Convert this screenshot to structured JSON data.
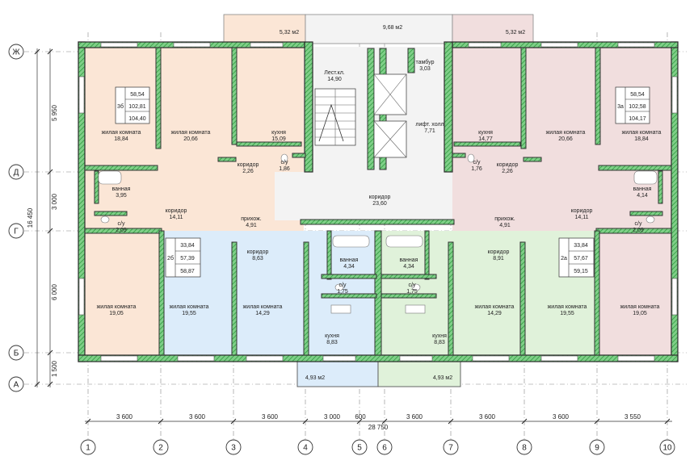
{
  "colors": {
    "apt_3_left": "#fbe6d6",
    "apt_3_right": "#f1dede",
    "apt_2_left": "#dcecfa",
    "apt_2_right": "#e0f2da",
    "common": "#f3f3f3",
    "wall_hatch": "#3aa84a"
  },
  "axes": {
    "rows": [
      "Ж",
      "Д",
      "Г",
      "Б",
      "А"
    ],
    "cols": [
      "1",
      "2",
      "3",
      "4",
      "5",
      "6",
      "7",
      "8",
      "9",
      "10"
    ]
  },
  "dims": {
    "horizontal": [
      "3 600",
      "3 600",
      "3 600",
      "3 000",
      "600",
      "3 600",
      "3 600",
      "3 600",
      "3 550"
    ],
    "total_horizontal": "28 750",
    "vertical": [
      "5 950",
      "3 000",
      "6 000",
      "1 500"
    ],
    "total_vertical": "16 450"
  },
  "balconies": {
    "top_left": "5,32 м2",
    "top_center": "9,68 м2",
    "top_right": "5,32 м2",
    "bottom_left": "4,93 м2",
    "bottom_right": "4,93 м2"
  },
  "apartments": {
    "a3_left": {
      "type": "3б",
      "v1": "58,54",
      "v2": "102,81",
      "v3": "104,40"
    },
    "a3_right": {
      "type": "3а",
      "v1": "58,54",
      "v2": "102,58",
      "v3": "104,17"
    },
    "a2_left": {
      "type": "2б",
      "v1": "33,84",
      "v2": "57,39",
      "v3": "58,87"
    },
    "a2_right": {
      "type": "2а",
      "v1": "33,84",
      "v2": "57,67",
      "v3": "59,15"
    }
  },
  "rooms": [
    {
      "name": "жилая комната",
      "area": "18,84"
    },
    {
      "name": "жилая комната",
      "area": "20,66"
    },
    {
      "name": "кухня",
      "area": "15,09"
    },
    {
      "name": "Лест.кл.",
      "area": "14,90"
    },
    {
      "name": "тамбур",
      "area": "3,03"
    },
    {
      "name": "лифт. холл",
      "area": "7,71"
    },
    {
      "name": "кухня",
      "area": "14,77"
    },
    {
      "name": "жилая комната",
      "area": "20,66"
    },
    {
      "name": "жилая комната",
      "area": "18,84"
    },
    {
      "name": "коридор",
      "area": "2,26"
    },
    {
      "name": "с/у",
      "area": "1,86"
    },
    {
      "name": "с/у",
      "area": "1,76"
    },
    {
      "name": "коридор",
      "area": "2,26"
    },
    {
      "name": "ванная",
      "area": "3,95"
    },
    {
      "name": "коридор",
      "area": "14,11"
    },
    {
      "name": "коридор",
      "area": "23,60"
    },
    {
      "name": "коридор",
      "area": "14,11"
    },
    {
      "name": "ванная",
      "area": "4,14"
    },
    {
      "name": "прихож.",
      "area": "4,91"
    },
    {
      "name": "прихож.",
      "area": "4,91"
    },
    {
      "name": "с/у",
      "area": "2,09"
    },
    {
      "name": "с/у",
      "area": "2,09"
    },
    {
      "name": "коридор",
      "area": "8,63"
    },
    {
      "name": "ванная",
      "area": "4,34"
    },
    {
      "name": "ванная",
      "area": "4,34"
    },
    {
      "name": "коридор",
      "area": "8,91"
    },
    {
      "name": "с/у",
      "area": "1,75"
    },
    {
      "name": "с/у",
      "area": "1,75"
    },
    {
      "name": "жилая комната",
      "area": "19,05"
    },
    {
      "name": "жилая комната",
      "area": "19,55"
    },
    {
      "name": "жилая комната",
      "area": "14,29"
    },
    {
      "name": "кухня",
      "area": "8,83"
    },
    {
      "name": "кухня",
      "area": "8,83"
    },
    {
      "name": "жилая комната",
      "area": "14,29"
    },
    {
      "name": "жилая комната",
      "area": "19,55"
    },
    {
      "name": "жилая комната",
      "area": "19,05"
    }
  ]
}
